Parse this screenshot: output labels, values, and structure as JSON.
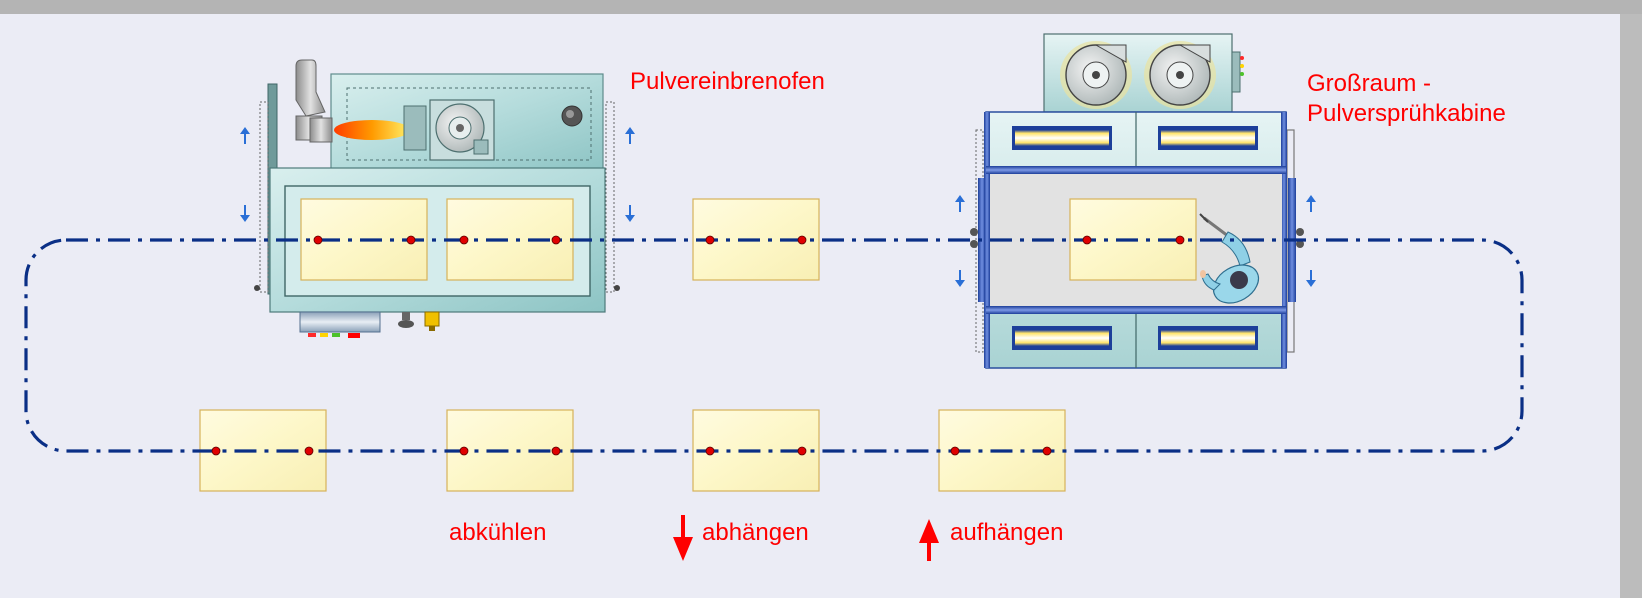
{
  "labels": {
    "oven": "Pulvereinbrenofen",
    "booth_line1": "Großraum -",
    "booth_line2": "Pulversprühkabine",
    "cool": "abkühlen",
    "unload": "abhängen",
    "load": "aufhängen"
  },
  "icons": {
    "oven": "burner-oven-icon",
    "booth": "spray-booth-icon",
    "operator": "spray-operator-icon",
    "fan": "fan-icon",
    "flow_arrow": "arrow-icon"
  },
  "colors": {
    "frame_background": "#b4b4b4",
    "panel_background": "#ebecf5",
    "conveyor_line": "#0a2f86",
    "label_text": "#ff0000",
    "part_fill": "#fefbd0",
    "part_border": "#d6b25a",
    "hook_dot": "#e00000",
    "machine_body": "#bfe2e2",
    "flow_arrow_blue": "#2a6fd6"
  }
}
